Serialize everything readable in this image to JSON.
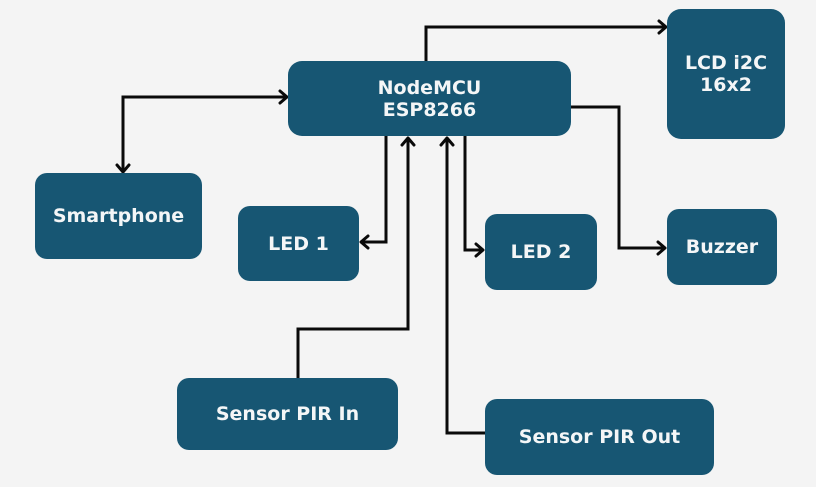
{
  "diagram": {
    "colors": {
      "background": "#f4f4f4",
      "block": "#175673",
      "text": "#f4f6f7",
      "wire": "#0a0a0a"
    },
    "blocks": {
      "nodemcu": "NodeMCU\nESP8266",
      "lcd": "LCD i2C\n16x2",
      "smartphone": "Smartphone",
      "led1": "LED 1",
      "led2": "LED 2",
      "buzzer": "Buzzer",
      "pir_in": "Sensor PIR In",
      "pir_out": "Sensor PIR Out"
    },
    "connections": [
      {
        "from": "NodeMCU ESP8266",
        "to": "LCD i2C 16x2",
        "direction": "to"
      },
      {
        "from": "NodeMCU ESP8266",
        "to": "Smartphone",
        "direction": "bidirectional"
      },
      {
        "from": "NodeMCU ESP8266",
        "to": "LED 1",
        "direction": "to"
      },
      {
        "from": "NodeMCU ESP8266",
        "to": "LED 2",
        "direction": "to"
      },
      {
        "from": "NodeMCU ESP8266",
        "to": "Buzzer",
        "direction": "to"
      },
      {
        "from": "Sensor PIR In",
        "to": "NodeMCU ESP8266",
        "direction": "to"
      },
      {
        "from": "Sensor PIR Out",
        "to": "NodeMCU ESP8266",
        "direction": "to"
      }
    ]
  }
}
